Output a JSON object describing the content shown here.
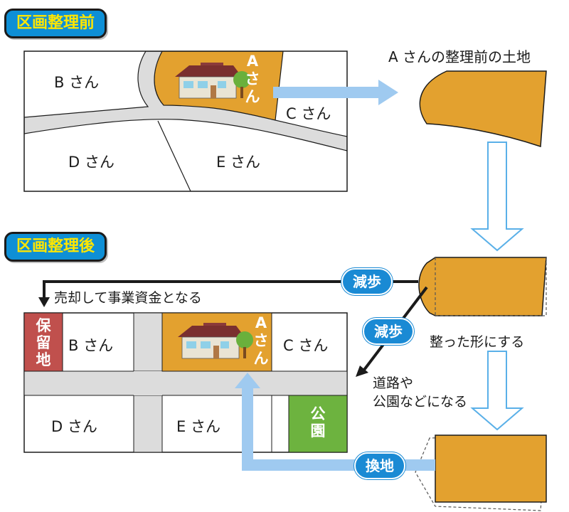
{
  "before": {
    "badge": "区画整理前",
    "owners": {
      "a_char1": "A",
      "a_char2": "さ",
      "a_char3": "ん",
      "b": "B さん",
      "c": "C さん",
      "d": "D さん",
      "e": "E さん"
    }
  },
  "land_before_label": "A さんの整理前の土地",
  "after": {
    "badge": "区画整理後",
    "owners": {
      "a_char1": "A",
      "a_char2": "さ",
      "a_char3": "ん",
      "b": "B さん",
      "c": "C さん",
      "d": "D さん",
      "e": "E さん"
    },
    "reserve_land": [
      "保",
      "留",
      "地"
    ],
    "park": [
      "公",
      "園"
    ]
  },
  "steps": {
    "reduction1": "減歩",
    "reduction1_desc": "売却して事業資金となる",
    "reduction2": "減歩",
    "reduction2_desc_right": "整った形にする",
    "reduction2_desc_line1": "道路や",
    "reduction2_desc_line2": "公園などになる",
    "replotting": "換地"
  },
  "colors": {
    "badge_bg": "#0e8fd6",
    "badge_text": "#ffe600",
    "land_orange": "#e3a12f",
    "road_gray": "#dcdcdc",
    "reserve_red": "#c0504d",
    "park_green": "#6db33f",
    "arrow_blue": "#9fcaf0",
    "pill_blue": "#1a8ad4"
  }
}
